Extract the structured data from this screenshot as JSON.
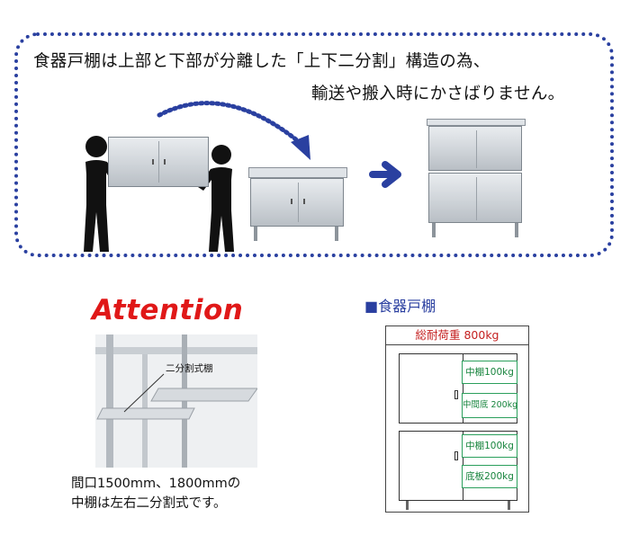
{
  "header": {
    "line1": "食器戸棚は上部と下部が分離した「上下二分割」構造の為、",
    "line2": "輸送や搬入時にかさばりません。"
  },
  "attention": {
    "title": "Attention",
    "photo_label": "二分割式棚",
    "caption_line1": "間口1500mm、1800mmの",
    "caption_line2": "中棚は左右二分割式です。"
  },
  "spec": {
    "title": "■食器戸棚",
    "total_load": "総耐荷重 800kg",
    "labels": [
      "中棚100kg",
      "中間底 200kg",
      "中棚100kg",
      "底板200kg"
    ]
  },
  "colors": {
    "dotted_border": "#2a40a0",
    "attention_red": "#e01818",
    "spec_title_blue": "#2a3fa0",
    "label_green": "#17843d"
  },
  "icons": [
    "person-icon",
    "curved-arrow-icon",
    "right-arrow-icon"
  ]
}
